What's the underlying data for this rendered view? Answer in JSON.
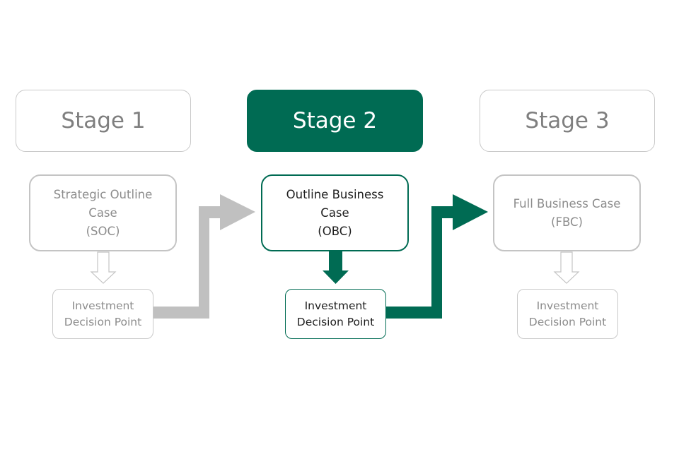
{
  "stages": [
    {
      "label": "Stage 1",
      "case_lines": [
        "Strategic Outline",
        "Case",
        "(SOC)"
      ],
      "decision_lines": [
        "Investment",
        "Decision Point"
      ]
    },
    {
      "label": "Stage 2",
      "case_lines": [
        "Outline Business",
        "Case",
        "(OBC)"
      ],
      "decision_lines": [
        "Investment",
        "Decision Point"
      ]
    },
    {
      "label": "Stage 3",
      "case_lines": [
        "Full Business  Case",
        "(FBC)"
      ],
      "decision_lines": [
        "Investment",
        "Decision Point"
      ]
    }
  ],
  "colors": {
    "active": "#006b53",
    "inactive_arrow": "#c0c0c0",
    "inactive_border": "#c9c9c9",
    "inactive_text": "#8c8c8c"
  },
  "active_stage": 2
}
